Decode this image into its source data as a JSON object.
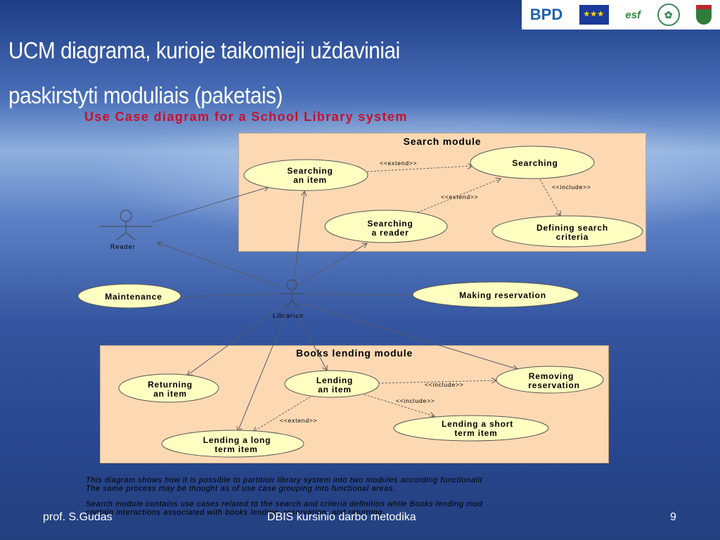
{
  "slide": {
    "title_line1": "UCM diagrama, kurioje taikomieji uždaviniai",
    "title_line2": "paskirstyti moduliais (paketais)",
    "subtitle": "Use Case diagram for a School Library system"
  },
  "logos": {
    "bpd": "BPD",
    "eu": "★★★",
    "esf": "esf"
  },
  "modules": {
    "search": {
      "title": "Search module"
    },
    "lending": {
      "title": "Books lending module"
    }
  },
  "actors": {
    "reader": "Reader",
    "librarian": "Librarian"
  },
  "use_cases": {
    "searching_item": [
      "Searching",
      "an item"
    ],
    "searching": [
      "Searching"
    ],
    "searching_reader": [
      "Searching",
      "a reader"
    ],
    "defining_criteria": [
      "Defining search",
      "criteria"
    ],
    "maintenance": [
      "Maintenance"
    ],
    "making_reservation": [
      "Making reservation"
    ],
    "returning_item": [
      "Returning",
      "an item"
    ],
    "lending_item": [
      "Lending",
      "an item"
    ],
    "removing_reservation": [
      "Removing",
      "reservation"
    ],
    "lending_short": [
      "Lending a short",
      "term item"
    ],
    "lending_long": [
      "Lending a long",
      "term item"
    ]
  },
  "relations": {
    "extend_1": "<<extend>>",
    "extend_2": "<<extend>>",
    "include_1": "<<include>>",
    "include_2": "<<include>>",
    "include_3": "<<include>>",
    "extend_3": "<<extend>>"
  },
  "description": {
    "line1": "This diagram shows how it is possible to partition library system into two modules according functionalit",
    "line2": "The same process may be thought as of use case grouping into functional areas.",
    "line3": "Search module contains use cases related to the search and criteria definition while Books lending mod",
    "line4": "contain interactions associated with books lending, reservation, and returning."
  },
  "footer": {
    "author": "prof. S.Gudas",
    "center": "DBIS kursinio darbo metodika",
    "page": "9"
  },
  "colors": {
    "module_fill": "#fdd9b3",
    "use_case_fill": "#ffffc2",
    "subtitle": "#c8102e"
  }
}
